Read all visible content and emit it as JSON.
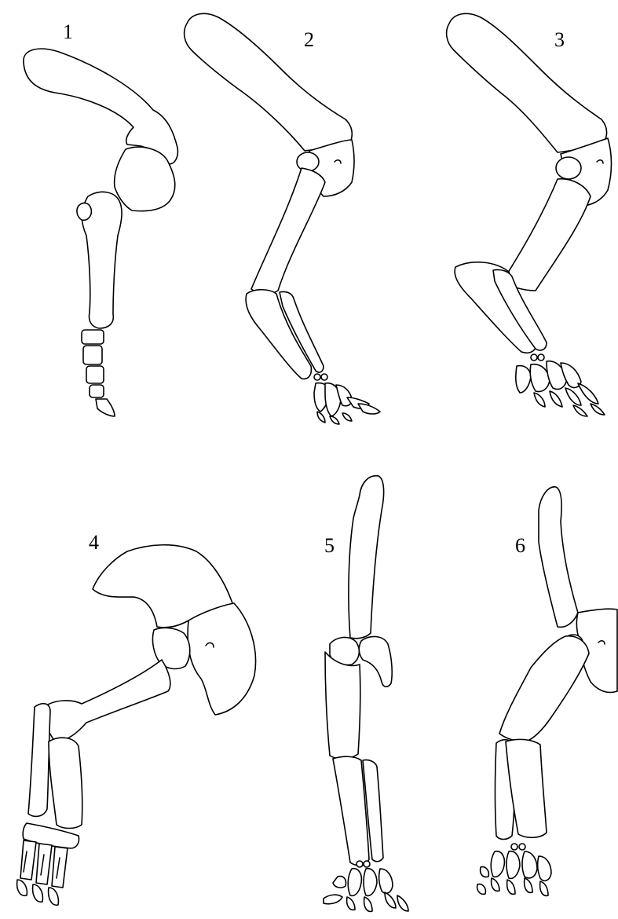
{
  "figure": {
    "background": "#ffffff",
    "stroke_color": "#000000",
    "panels": [
      {
        "label": "1"
      },
      {
        "label": "2"
      },
      {
        "label": "3"
      },
      {
        "label": "4"
      },
      {
        "label": "5"
      },
      {
        "label": "6"
      }
    ]
  }
}
